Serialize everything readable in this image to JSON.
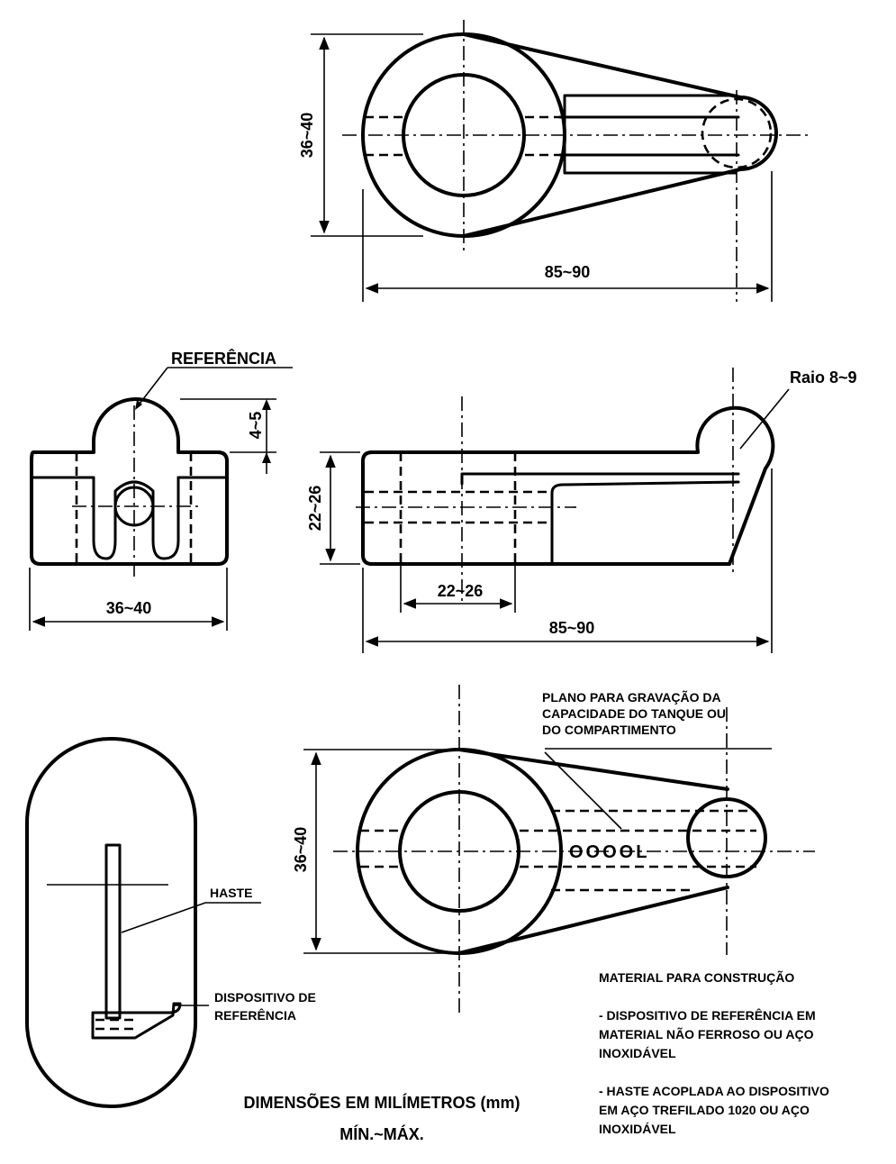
{
  "views": {
    "top": {
      "height_dim": "36~40",
      "length_dim": "85~90"
    },
    "side_left": {
      "reference_label": "REFERÊNCIA",
      "height_dim": "4~5",
      "width_dim": "36~40"
    },
    "front": {
      "radius_label": "Raio 8~9",
      "height_dim": "22~26",
      "hole_dim": "22~26",
      "length_dim": "85~90"
    },
    "bottom": {
      "height_dim": "36~40",
      "engraving_note": [
        "PLANO PARA GRAVAÇÃO DA",
        "CAPACIDADE DO TANQUE OU",
        "DO COMPARTIMENTO"
      ],
      "engraving_marking": "OOOOL"
    },
    "detail": {
      "rod_label": "HASTE",
      "device_label": [
        "DISPOSITIVO DE",
        "REFERÊNCIA"
      ]
    }
  },
  "material_notes": {
    "title": "MATERIAL PARA CONSTRUÇÃO",
    "item1": [
      "- DISPOSITIVO DE REFERÊNCIA EM",
      "MATERIAL NÃO FERROSO OU AÇO",
      "INOXIDÁVEL"
    ],
    "item2": [
      "- HASTE ACOPLADA AO DISPOSITIVO",
      "EM AÇO TREFILADO 1020 OU AÇO",
      "INOXIDÁVEL"
    ]
  },
  "footer": {
    "line1": "DIMENSÕES EM MILÍMETROS (mm)",
    "line2": "MÍN.~MÁX."
  }
}
